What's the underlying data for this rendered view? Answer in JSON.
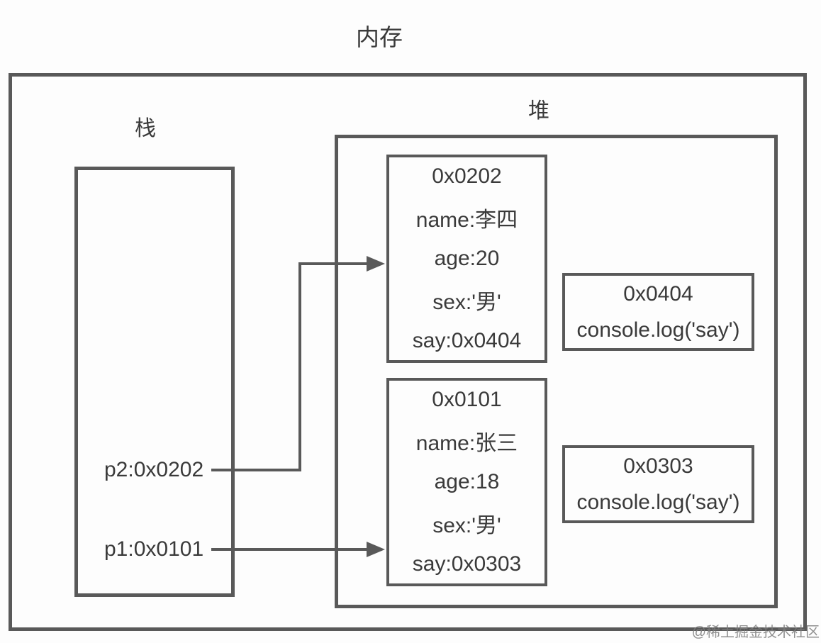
{
  "title": "内存",
  "stack": {
    "label": "栈",
    "items": [
      "p2:0x0202",
      "p1:0x0101"
    ]
  },
  "heap": {
    "label": "堆",
    "objects": [
      {
        "lines": [
          "0x0202",
          "name:李四",
          "age:20",
          "sex:'男'",
          "say:0x0404"
        ]
      },
      {
        "lines": [
          "0x0404",
          "console.log('say')"
        ]
      },
      {
        "lines": [
          "0x0101",
          "name:张三",
          "age:18",
          "sex:'男'",
          "say:0x0303"
        ]
      },
      {
        "lines": [
          "0x0303",
          "console.log('say')"
        ]
      }
    ]
  },
  "arrows": [
    {
      "from": "p2:0x0202",
      "to": "0x0202"
    },
    {
      "from": "p1:0x0101",
      "to": "0x0101"
    }
  ],
  "watermark": "@稀土掘金技术社区",
  "colors": {
    "line": "#595959",
    "text": "#3a3a3a",
    "watermark": "#7d7d7d",
    "background": "#fdfdfd"
  }
}
